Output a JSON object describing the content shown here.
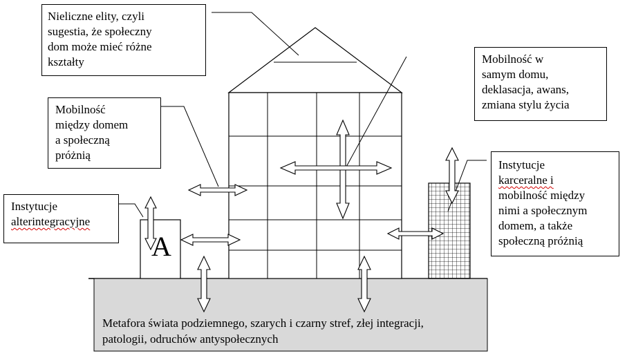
{
  "labels": {
    "elites": [
      "Nieliczne elity, czyli",
      "sugestia, że społeczny",
      "dom może mieć różne",
      "kształty"
    ],
    "mobility_inside": [
      "Mobilność w",
      "samym domu,",
      "deklasacja, awans,",
      "zmiana stylu życia"
    ],
    "mobility_void": [
      "Mobilność",
      "między domem",
      "a społeczną",
      "próżnią"
    ],
    "alter_institutions": [
      "Instytucje",
      "alterintegracyjne"
    ],
    "carceral_institutions": [
      "Instytucje",
      "karceralne i",
      "mobilność między",
      "nimi a społecznym",
      "domem, a także",
      "społeczną próżnią"
    ],
    "ground": [
      "Metafora świata podziemnego, szarych i czarny stref, złej integracji,",
      "patologii, odruchów antyspołecznych"
    ],
    "alter_building_letter": "A"
  },
  "colors": {
    "ground_fill": "#d9d9d9",
    "line": "#000000",
    "spellcheck_underline": "#d40000"
  }
}
